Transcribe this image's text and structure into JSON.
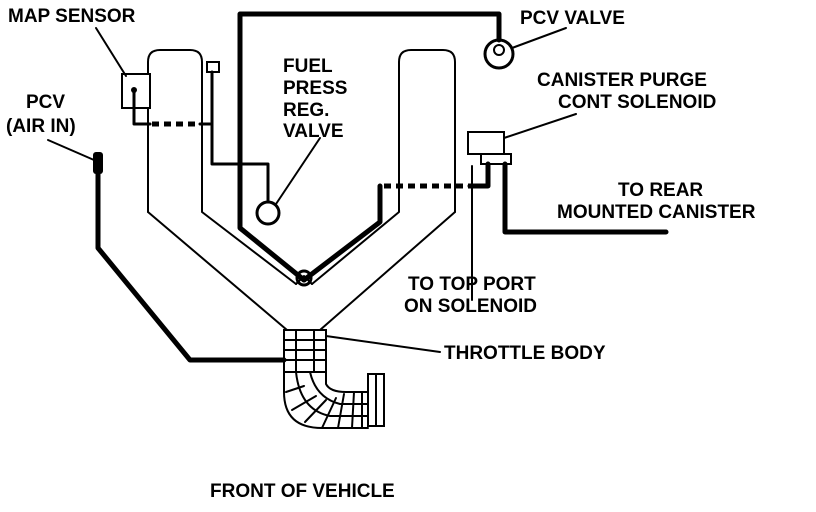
{
  "labels": {
    "map_sensor": "MAP SENSOR",
    "pcv_valve": "PCV VALVE",
    "pcv_air_in_1": "PCV",
    "pcv_air_in_2": "(AIR IN)",
    "fuel_press_1": "FUEL",
    "fuel_press_2": "PRESS",
    "fuel_press_3": "REG.",
    "fuel_press_4": "VALVE",
    "canister_1": "CANISTER PURGE",
    "canister_2": "CONT  SOLENOID",
    "rear_canister_1": "TO REAR",
    "rear_canister_2": "MOUNTED CANISTER",
    "top_port_1": "TO TOP PORT",
    "top_port_2": "ON SOLENOID",
    "throttle_body": "THROTTLE BODY",
    "front_of_vehicle": "FRONT OF VEHICLE"
  }
}
